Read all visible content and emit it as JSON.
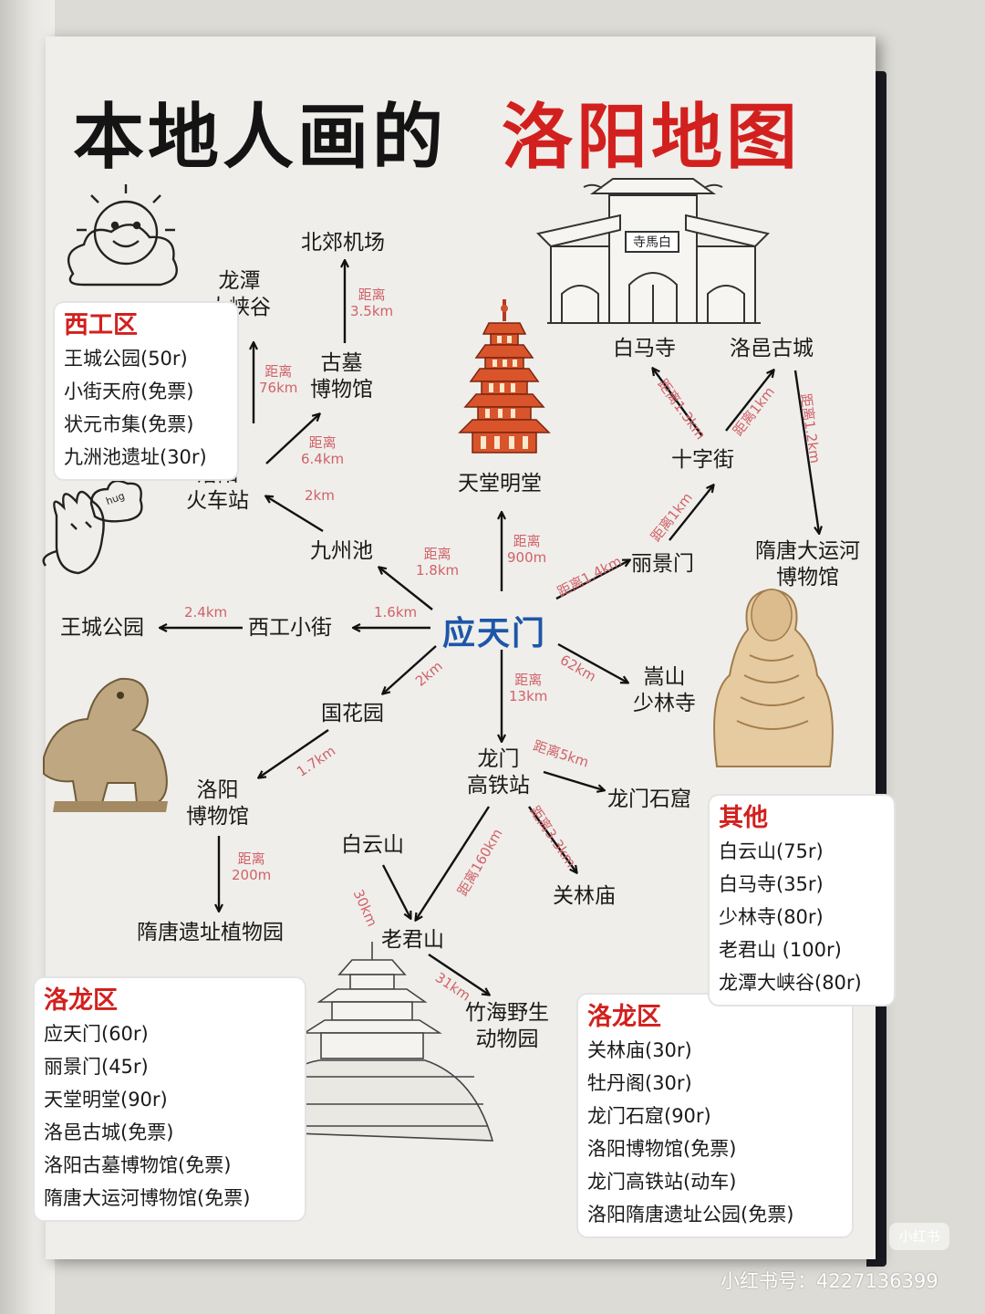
{
  "title": {
    "black": "本地人画的",
    "red": "洛阳地图"
  },
  "center": "应天门",
  "nodes": {
    "beijiao_airport": "北郊机场",
    "longtan_canyon": "龙潭\n大峡谷",
    "tomb_museum": "古墓\n博物馆",
    "luoyang_station": "洛阳\n火车站",
    "jiuzhou_pond": "九州池",
    "wangcheng_park": "王城公园",
    "xigong_street": "西工小街",
    "tiantang_mingtang": "天堂明堂",
    "baima_temple": "白马寺",
    "luoyi_ancient_city": "洛邑古城",
    "shizi_street": "十字街",
    "lijing_gate": "丽景门",
    "grand_canal_museum": "隋唐大运河\n博物馆",
    "songshan_shaolin": "嵩山\n少林寺",
    "guohua_garden": "国花园",
    "luoyang_museum": "洛阳\n博物馆",
    "longmen_station": "龙门\n高铁站",
    "longmen_grottoes": "龙门石窟",
    "baiyun_mountain": "白云山",
    "guanlin_temple": "关林庙",
    "laojun_mountain": "老君山",
    "botanical_garden": "隋唐遗址植物园",
    "zhuhai_zoo": "竹海野生\n动物园"
  },
  "distances": {
    "tomb_airport": "距离\n3.5km",
    "station_canyon": "距离\n76km",
    "station_tomb": "距离\n6.4km",
    "jiuzhou_station": "2km",
    "center_jiuzhou": "距离\n1.8km",
    "center_mingtang": "距离\n900m",
    "xigong_wangcheng": "2.4km",
    "center_xigong": "1.6km",
    "center_lijing": "距离1.4km",
    "lijing_shizi": "距离1km",
    "shizi_baima": "距离1.3km",
    "shizi_luoyi": "距离1km",
    "luoyi_canal": "距离1.2km",
    "center_shaolin": "62km",
    "center_guohua": "2km",
    "center_longmen": "距离\n13km",
    "guohua_museum": "1.7km",
    "museum_botanical": "距离\n200m",
    "longmen_grottoes": "距离5km",
    "longmen_laojun": "距离160km",
    "longmen_guanlin": "距离3.3km",
    "baiyun_laojun": "30km",
    "laojun_zoo": "31km"
  },
  "cards": {
    "xigong": {
      "title": "西工区",
      "items": [
        "王城公园(50r)",
        "小街天府(免票)",
        "状元市集(免票)",
        "九洲池遗址(30r)"
      ]
    },
    "luolong_left": {
      "title": "洛龙区",
      "items": [
        "应天门(60r)",
        "丽景门(45r)",
        "天堂明堂(90r)",
        "洛邑古城(免票)",
        "洛阳古墓博物馆(免票)",
        "隋唐大运河博物馆(免票)"
      ]
    },
    "luolong_right": {
      "title": "洛龙区",
      "items": [
        "关林庙(30r)",
        "牡丹阁(30r)",
        "龙门石窟(90r)",
        "洛阳博物馆(免票)",
        "龙门高铁站(动车)",
        "洛阳隋唐遗址公园(免票)"
      ]
    },
    "other": {
      "title": "其他",
      "items": [
        "白云山(75r)",
        "白马寺(35r)",
        "少林寺(80r)",
        "老君山 (100r)",
        "龙潭大峡谷(80r)"
      ]
    }
  },
  "sign_text": "寺馬白",
  "doodle_text": "hug",
  "watermark": {
    "badge": "小红书",
    "id": "小红书号：4227136399"
  },
  "colors": {
    "title_red": "#d2201e",
    "center_blue": "#1d56a8",
    "distance_pink": "#d0626a"
  }
}
